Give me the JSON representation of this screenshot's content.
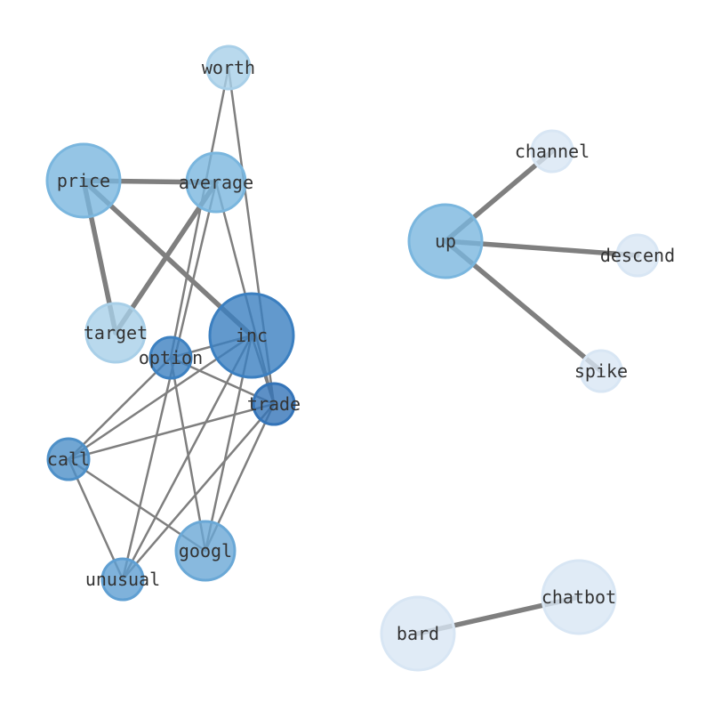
{
  "graph": {
    "nodes": [
      {
        "id": "worth",
        "label": "worth",
        "color": "#a8cfe8"
      },
      {
        "id": "price",
        "label": "price",
        "color": "#7ab6de"
      },
      {
        "id": "average",
        "label": "average",
        "color": "#7ab6de"
      },
      {
        "id": "target",
        "label": "target",
        "color": "#a8cfe8"
      },
      {
        "id": "inc",
        "label": "inc",
        "color": "#3b7fc0"
      },
      {
        "id": "option",
        "label": "option",
        "color": "#3d81c1"
      },
      {
        "id": "trade",
        "label": "trade",
        "color": "#3474b8"
      },
      {
        "id": "call",
        "label": "call",
        "color": "#4e90c8"
      },
      {
        "id": "googl",
        "label": "googl",
        "color": "#6aa8d6"
      },
      {
        "id": "unusual",
        "label": "unusual",
        "color": "#5f9fd2"
      },
      {
        "id": "channel",
        "label": "channel",
        "color": "#d8e6f4"
      },
      {
        "id": "up",
        "label": "up",
        "color": "#7ab6de"
      },
      {
        "id": "descend",
        "label": "descend",
        "color": "#d8e6f4"
      },
      {
        "id": "spike",
        "label": "spike",
        "color": "#d8e6f4"
      },
      {
        "id": "chatbot",
        "label": "chatbot",
        "color": "#d8e6f4"
      },
      {
        "id": "bard",
        "label": "bard",
        "color": "#d8e6f4"
      }
    ],
    "edges": [
      {
        "source": "price",
        "target": "average",
        "weight": 3
      },
      {
        "source": "price",
        "target": "target",
        "weight": 3
      },
      {
        "source": "price",
        "target": "inc",
        "weight": 3
      },
      {
        "source": "average",
        "target": "target",
        "weight": 3
      },
      {
        "source": "average",
        "target": "trade",
        "weight": 1
      },
      {
        "source": "average",
        "target": "unusual",
        "weight": 1
      },
      {
        "source": "worth",
        "target": "option",
        "weight": 1
      },
      {
        "source": "worth",
        "target": "trade",
        "weight": 1
      },
      {
        "source": "inc",
        "target": "trade",
        "weight": 1
      },
      {
        "source": "inc",
        "target": "option",
        "weight": 1
      },
      {
        "source": "inc",
        "target": "call",
        "weight": 1
      },
      {
        "source": "inc",
        "target": "googl",
        "weight": 1
      },
      {
        "source": "inc",
        "target": "unusual",
        "weight": 1
      },
      {
        "source": "option",
        "target": "trade",
        "weight": 1
      },
      {
        "source": "option",
        "target": "call",
        "weight": 1
      },
      {
        "source": "option",
        "target": "googl",
        "weight": 1
      },
      {
        "source": "trade",
        "target": "call",
        "weight": 1
      },
      {
        "source": "trade",
        "target": "googl",
        "weight": 1
      },
      {
        "source": "trade",
        "target": "unusual",
        "weight": 1
      },
      {
        "source": "call",
        "target": "googl",
        "weight": 1
      },
      {
        "source": "call",
        "target": "unusual",
        "weight": 1
      },
      {
        "source": "up",
        "target": "channel",
        "weight": 3
      },
      {
        "source": "up",
        "target": "descend",
        "weight": 3
      },
      {
        "source": "up",
        "target": "spike",
        "weight": 3
      },
      {
        "source": "bard",
        "target": "chatbot",
        "weight": 3
      }
    ]
  }
}
